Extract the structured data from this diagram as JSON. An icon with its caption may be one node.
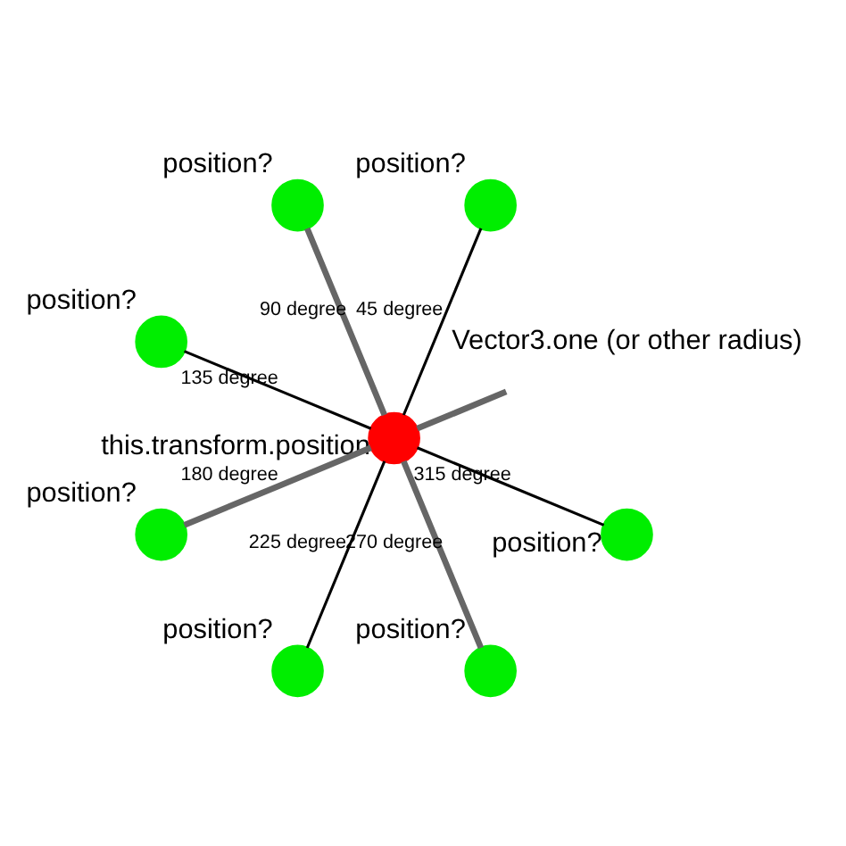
{
  "diagram": {
    "nodes": [
      {
        "text": [],
        "shape": "circle",
        "beside": [
          "this.transform.position"
        ]
      },
      {
        "text": [
          "Vector3.one (or other radius)"
        ]
      },
      {
        "text": [],
        "shape": "circle",
        "beside": [
          "position?"
        ]
      },
      {
        "text": [],
        "shape": "circle",
        "beside": [
          "position?"
        ]
      },
      {
        "text": [],
        "shape": "circle",
        "beside": [
          "position?"
        ]
      },
      {
        "text": [],
        "shape": "circle",
        "beside": [
          "position?"
        ]
      },
      {
        "text": [],
        "shape": "circle",
        "beside": [
          "position?"
        ]
      },
      {
        "text": [],
        "shape": "circle",
        "beside": [
          "position?"
        ]
      },
      {
        "text": [],
        "shape": "circle",
        "beside": [
          "position?"
        ]
      }
    ],
    "edges": [
      {
        "from": 0,
        "to": 1,
        "arrow": "none",
        "style": "thick",
        "color": "#666666"
      },
      {
        "from": 0,
        "to": 2,
        "arrow": "none",
        "label": "45 degree",
        "color": "#000000"
      },
      {
        "from": 0,
        "to": 3,
        "arrow": "none",
        "label": "90 degree",
        "style": "thick",
        "color": "#666666"
      },
      {
        "from": 0,
        "to": 4,
        "arrow": "none",
        "label": "135 degree",
        "color": "#000000"
      },
      {
        "from": 0,
        "to": 5,
        "arrow": "none",
        "label": "180 degree",
        "style": "thick",
        "color": "#666666"
      },
      {
        "from": 0,
        "to": 6,
        "arrow": "none",
        "label": "225 degree",
        "color": "#000000"
      },
      {
        "from": 0,
        "to": 7,
        "arrow": "none",
        "label": "270 degree",
        "style": "thick",
        "color": "#666666"
      },
      {
        "from": 0,
        "to": 8,
        "arrow": "none",
        "label": "315 degree",
        "color": "#000000"
      }
    ]
  }
}
